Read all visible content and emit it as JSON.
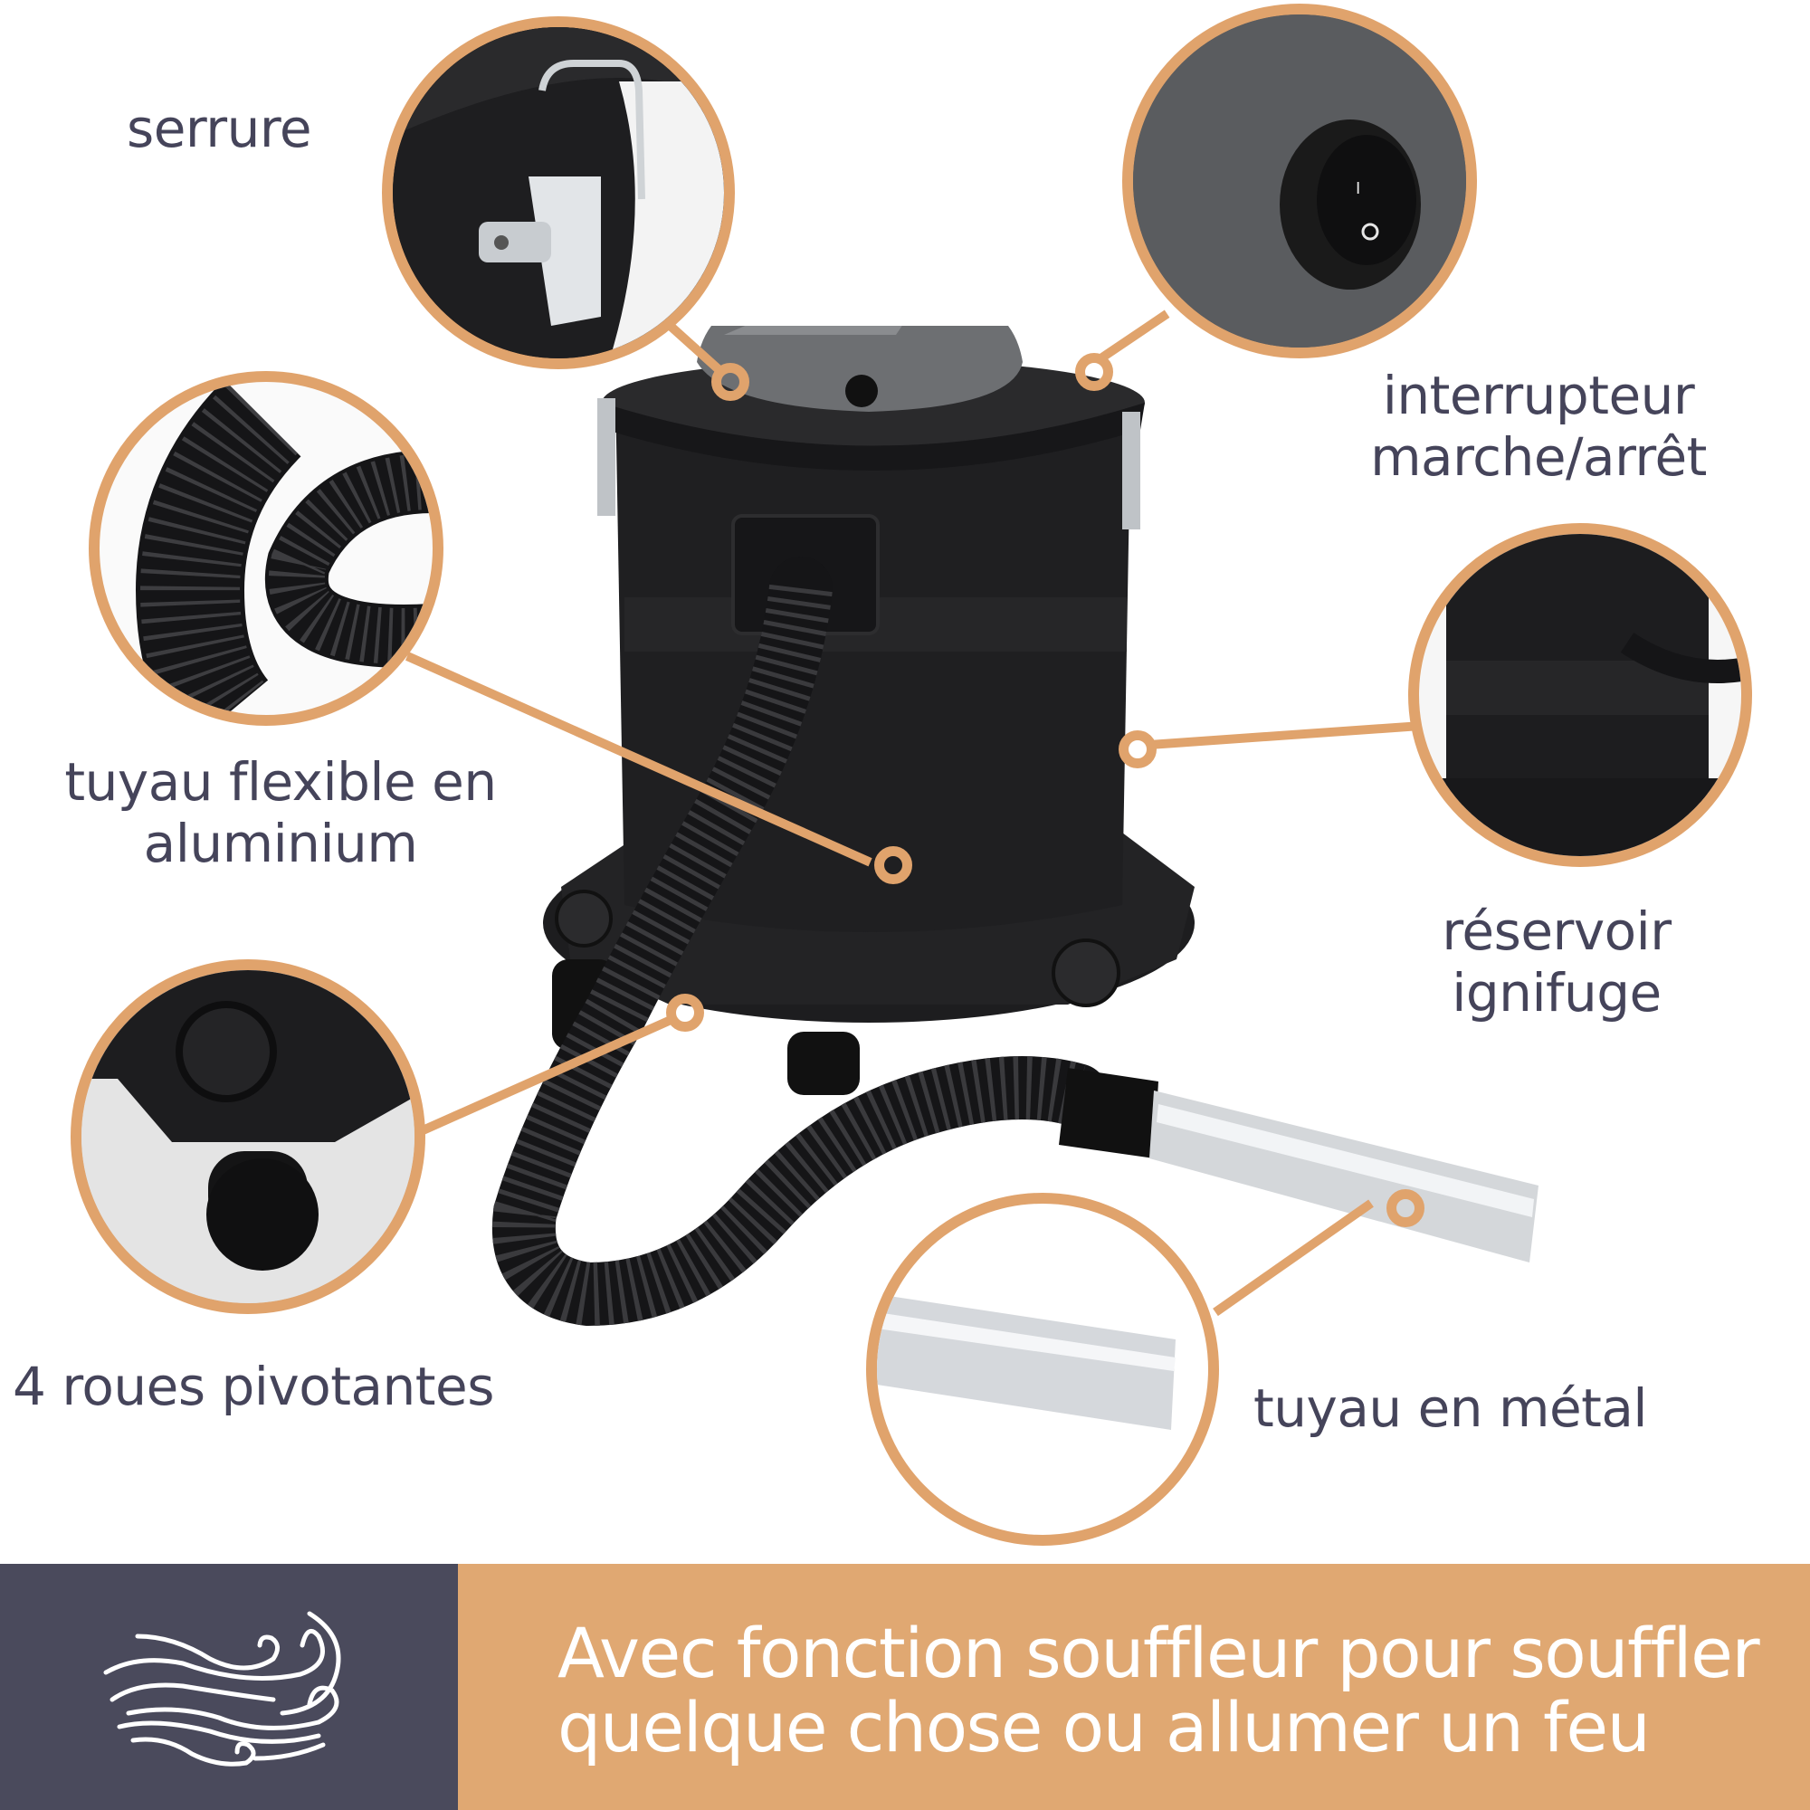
{
  "features": [
    {
      "id": "serrure",
      "label": "serrure"
    },
    {
      "id": "interrupteur",
      "label_line1": "interrupteur",
      "label_line2": "marche/arrêt"
    },
    {
      "id": "tuyau_flexible",
      "label_line1": "tuyau flexible en",
      "label_line2": "aluminium"
    },
    {
      "id": "reservoir",
      "label_line1": "réservoir",
      "label_line2": "ignifuge"
    },
    {
      "id": "roues",
      "label": "4 roues pivotantes"
    },
    {
      "id": "tuyau_metal",
      "label": "tuyau en métal"
    }
  ],
  "switch_symbols": {
    "on": "I",
    "off": "O"
  },
  "banner": {
    "line1": "Avec fonction souffleur pour souffler",
    "line2": "quelque chose ou allumer un feu",
    "icon": "wind-icon"
  },
  "colors": {
    "accent": "#e0a36c",
    "text": "#45445a",
    "banner_left": "#4a4a5c",
    "banner_right": "#e0a872"
  }
}
